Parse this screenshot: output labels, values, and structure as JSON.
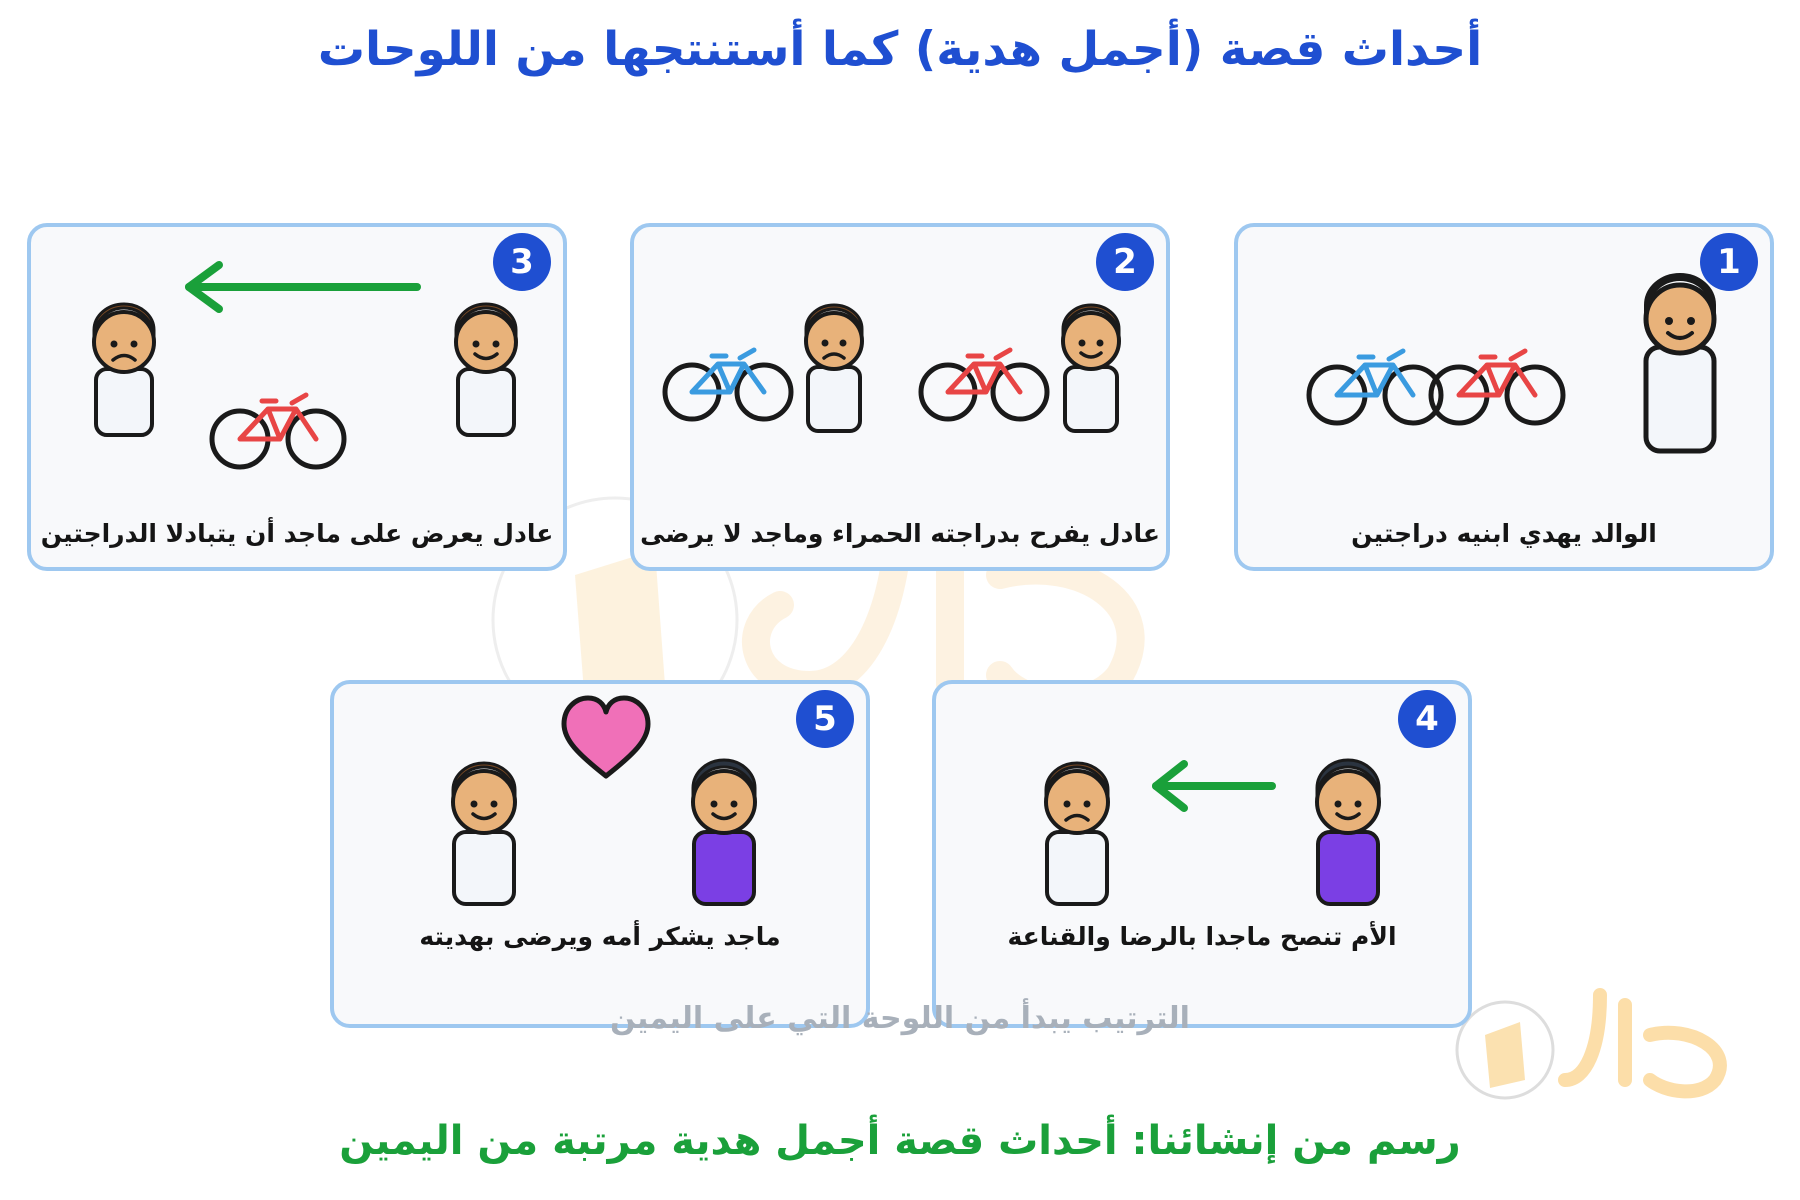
{
  "title": "أحداث قصة (أجمل هدية) كما أستنتجها من اللوحات",
  "panels": [
    {
      "number": "1",
      "caption": "الوالد يهدي ابنيه دراجتين"
    },
    {
      "number": "2",
      "caption": "عادل يفرح بدراجته الحمراء وماجد لا يرضى"
    },
    {
      "number": "3",
      "caption": "عادل يعرض على ماجد أن يتبادلا الدراجتين"
    },
    {
      "number": "4",
      "caption": "الأم تنصح ماجدا بالرضا والقناعة"
    },
    {
      "number": "5",
      "caption": "ماجد يشكر أمه ويرضى بهديته"
    }
  ],
  "note": "الترتيب يبدأ من اللوحة التي على اليمين",
  "credit": "رسم من إنشائنا: أحداث قصة أجمل هدية مرتبة من اليمين",
  "watermark": "حلول",
  "colors": {
    "title": "#1f4fd1",
    "panel_border": "#9ec8f0",
    "badge": "#1f4fd1",
    "red_bike": "#e84545",
    "blue_bike": "#3a9be0",
    "arrow": "#1aa03a",
    "heart": "#f070b8",
    "mother_shirt": "#7b3fe4",
    "credit": "#1aa03a",
    "note": "#a8b0ba"
  }
}
